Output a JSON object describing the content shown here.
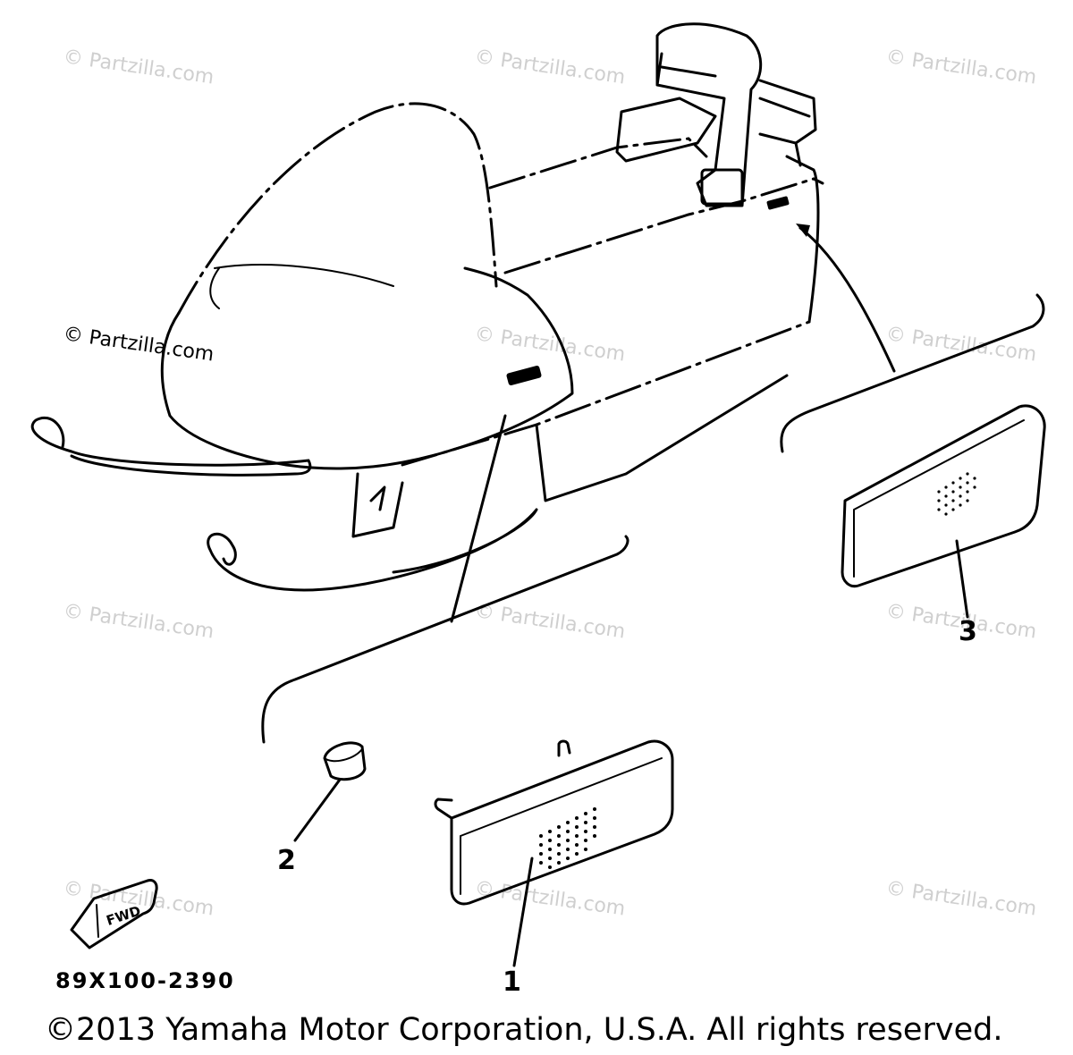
{
  "watermark": {
    "text": "© Partzilla.com"
  },
  "diagram_code": "89X100-2390",
  "fwd_label": "FWD",
  "callouts": {
    "part_1": "1",
    "part_2": "2",
    "part_3": "3"
  },
  "copyright": "©2013 Yamaha Motor Corporation, U.S.A. All rights reserved."
}
